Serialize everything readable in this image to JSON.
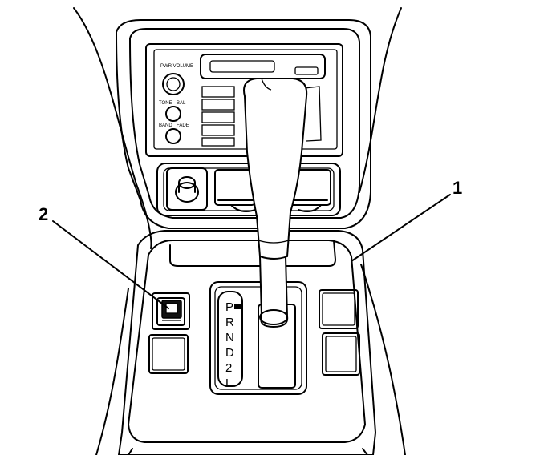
{
  "callouts": [
    {
      "id": "1",
      "label": "1"
    },
    {
      "id": "2",
      "label": "2"
    }
  ],
  "gear_positions": [
    "P",
    "R",
    "N",
    "D",
    "2",
    "L"
  ],
  "radio": {
    "volume_label": "PWR VOLUME",
    "tone_label": "TONE",
    "bal_label": "BAL",
    "band_label": "BAND",
    "fade_label": "FADE"
  },
  "colors": {
    "line": "#000000",
    "background": "#ffffff"
  }
}
